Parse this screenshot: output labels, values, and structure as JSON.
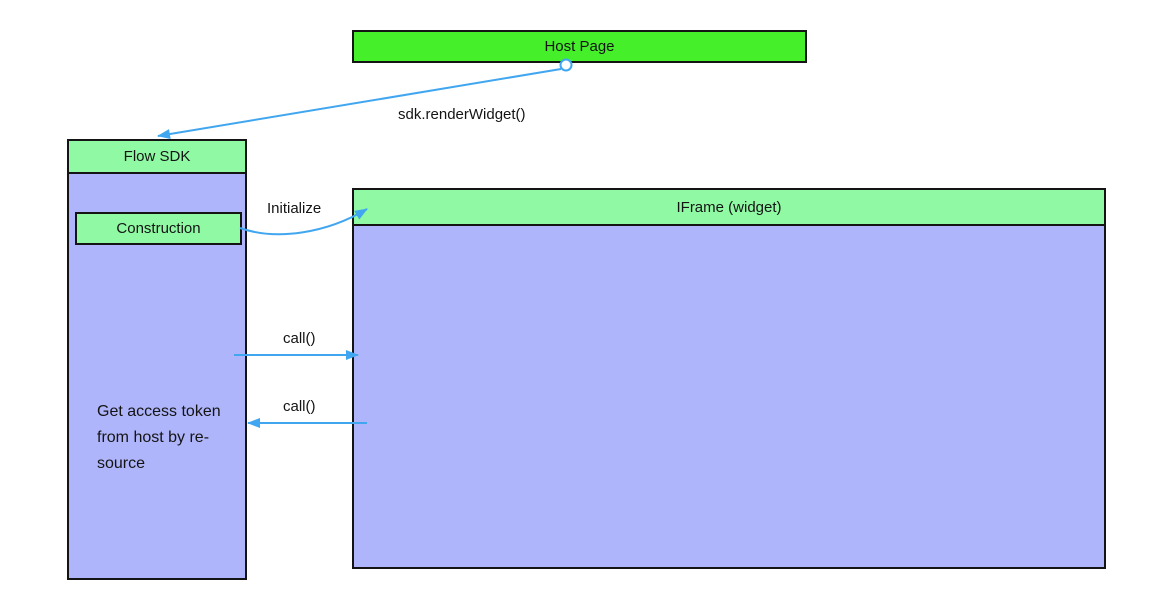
{
  "colors": {
    "host_green": "#45f02b",
    "mint_green": "#8ffaa3",
    "lavender": "#aeb5fa",
    "arrow_blue": "#41a6f0",
    "border_black": "#141414"
  },
  "boxes": {
    "host_page": {
      "label": "Host Page"
    },
    "flow_sdk": {
      "title": "Flow SDK",
      "construction": "Construction",
      "note_lines": [
        "Get access token",
        "from host by re-",
        "source"
      ]
    },
    "iframe_widget": {
      "title": "IFrame (widget)"
    }
  },
  "connectors": {
    "render_widget": {
      "label": "sdk.renderWidget()"
    },
    "initialize": {
      "label": "Initialize"
    },
    "call_to_iframe": {
      "label": "call()"
    },
    "call_to_sdk": {
      "label": "call()"
    }
  }
}
